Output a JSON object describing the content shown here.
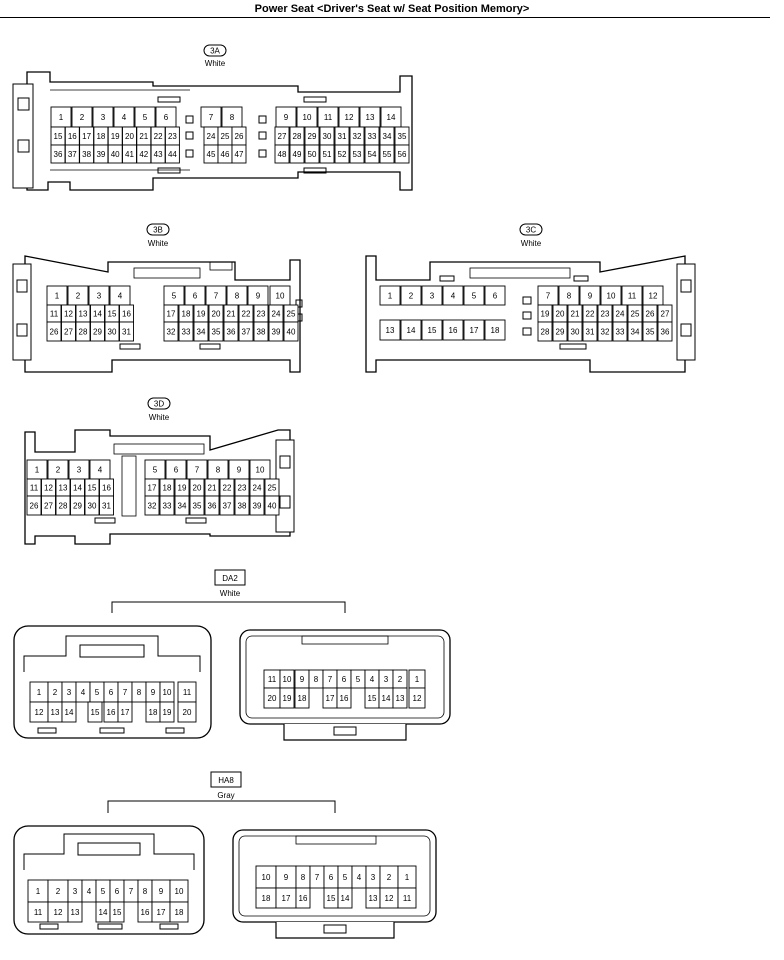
{
  "title": "Power Seat <Driver's Seat w/ Seat Position Memory>",
  "connectors": [
    {
      "id": "3A",
      "color": "White",
      "views": [
        {
          "rows": [
            [
              "1",
              "2",
              "3",
              "4",
              "5",
              "6",
              "",
              "7",
              "8",
              "",
              "9",
              "10",
              "11",
              "12",
              "13",
              "14"
            ],
            [
              "15",
              "16",
              "17",
              "18",
              "19",
              "20",
              "21",
              "22",
              "23",
              "24",
              "25",
              "26",
              "27",
              "28",
              "29",
              "30",
              "31",
              "32",
              "33",
              "34",
              "35"
            ],
            [
              "36",
              "37",
              "38",
              "39",
              "40",
              "41",
              "42",
              "43",
              "44",
              "45",
              "46",
              "47",
              "48",
              "49",
              "50",
              "51",
              "52",
              "53",
              "54",
              "55",
              "56"
            ]
          ]
        }
      ]
    },
    {
      "id": "3B",
      "color": "White",
      "views": [
        {
          "rows": [
            [
              "1",
              "2",
              "3",
              "4",
              "5",
              "6",
              "7",
              "8",
              "9",
              "10"
            ],
            [
              "11",
              "12",
              "13",
              "14",
              "15",
              "16",
              "17",
              "18",
              "19",
              "20",
              "21",
              "22",
              "23",
              "24",
              "25"
            ],
            [
              "26",
              "27",
              "28",
              "29",
              "30",
              "31",
              "32",
              "33",
              "34",
              "35",
              "36",
              "37",
              "38",
              "39",
              "40"
            ]
          ]
        }
      ]
    },
    {
      "id": "3C",
      "color": "White",
      "views": [
        {
          "rows": [
            [
              "1",
              "2",
              "3",
              "4",
              "5",
              "6",
              "7",
              "8",
              "9",
              "10",
              "11",
              "12"
            ],
            [
              "13",
              "14",
              "15",
              "16",
              "17",
              "18",
              "19",
              "20",
              "21",
              "22",
              "23",
              "24",
              "25",
              "26",
              "27"
            ],
            [
              "28",
              "29",
              "30",
              "31",
              "32",
              "33",
              "34",
              "35",
              "36"
            ]
          ]
        }
      ]
    },
    {
      "id": "3D",
      "color": "White",
      "views": [
        {
          "rows": [
            [
              "1",
              "2",
              "3",
              "4",
              "5",
              "6",
              "7",
              "8",
              "9",
              "10"
            ],
            [
              "11",
              "12",
              "13",
              "14",
              "15",
              "16",
              "17",
              "18",
              "19",
              "20",
              "21",
              "22",
              "23",
              "24",
              "25"
            ],
            [
              "26",
              "27",
              "28",
              "29",
              "30",
              "31",
              "32",
              "33",
              "34",
              "35",
              "36",
              "37",
              "38",
              "39",
              "40"
            ]
          ]
        }
      ]
    },
    {
      "id": "DA2",
      "color": "White",
      "views": [
        {
          "rows": [
            [
              "1",
              "2",
              "3",
              "4",
              "5",
              "6",
              "7",
              "8",
              "9",
              "10",
              "11"
            ],
            [
              "12",
              "13",
              "14",
              "15",
              "16",
              "17",
              "18",
              "19",
              "20"
            ]
          ]
        },
        {
          "rows": [
            [
              "11",
              "10",
              "9",
              "8",
              "7",
              "6",
              "5",
              "4",
              "3",
              "2",
              "1"
            ],
            [
              "20",
              "19",
              "18",
              "17",
              "16",
              "15",
              "14",
              "13",
              "12"
            ]
          ]
        }
      ]
    },
    {
      "id": "HA8",
      "color": "Gray",
      "views": [
        {
          "rows": [
            [
              "1",
              "2",
              "3",
              "4",
              "5",
              "6",
              "7",
              "8",
              "9",
              "10"
            ],
            [
              "11",
              "12",
              "13",
              "14",
              "15",
              "16",
              "17",
              "18"
            ]
          ]
        },
        {
          "rows": [
            [
              "10",
              "9",
              "8",
              "7",
              "6",
              "5",
              "4",
              "3",
              "2",
              "1"
            ],
            [
              "18",
              "17",
              "16",
              "15",
              "14",
              "13",
              "12",
              "11"
            ]
          ]
        }
      ]
    }
  ]
}
